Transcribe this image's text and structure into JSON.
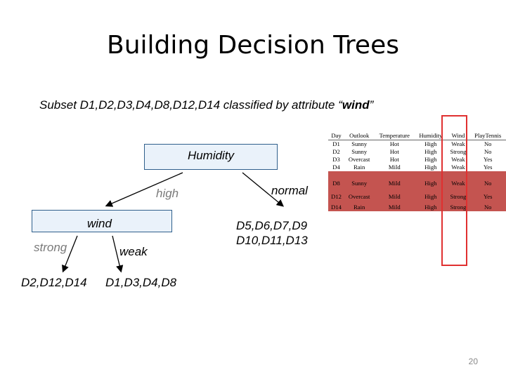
{
  "title": "Building Decision Trees",
  "subtitle": {
    "prefix": "Subset D1,D2,D3,D4,D8,D12,D14  classified  by attribute “",
    "attribute": "wind",
    "suffix": "”"
  },
  "tree": {
    "root": "Humidity",
    "branch_high": "high",
    "branch_normal": "normal",
    "high_node": "wind",
    "normal_leaf": [
      "D5,D6,D7,D9",
      "D10,D11,D13"
    ],
    "branch_strong": "strong",
    "branch_weak": "weak",
    "strong_leaf": "D2,D12,D14",
    "weak_leaf": "D1,D3,D4,D8"
  },
  "table": {
    "headers": [
      "Day",
      "Outlook",
      "Temperature",
      "Humidity",
      "Wind",
      "PlayTennis"
    ],
    "rows": [
      {
        "cells": [
          "D1",
          "Sunny",
          "Hot",
          "High",
          "Weak",
          "No"
        ],
        "highlight": false
      },
      {
        "cells": [
          "D2",
          "Sunny",
          "Hot",
          "High",
          "Strong",
          "No"
        ],
        "highlight": false
      },
      {
        "cells": [
          "D3",
          "Overcast",
          "Hot",
          "High",
          "Weak",
          "Yes"
        ],
        "highlight": false
      },
      {
        "cells": [
          "D4",
          "Rain",
          "Mild",
          "High",
          "Weak",
          "Yes"
        ],
        "highlight": false
      },
      {
        "cells": [
          "D8",
          "Sunny",
          "Mild",
          "High",
          "Weak",
          "No"
        ],
        "highlight": true
      },
      {
        "cells": [
          "D12",
          "Overcast",
          "Mild",
          "High",
          "Strong",
          "Yes"
        ],
        "highlight": true
      },
      {
        "cells": [
          "D14",
          "Rain",
          "Mild",
          "High",
          "Strong",
          "No"
        ],
        "highlight": true
      }
    ]
  },
  "colors": {
    "highlight_row": "#c45450",
    "highlight_column_border": "#e03030",
    "node_fill": "#eaf2fa",
    "node_border": "#2f5f8c"
  },
  "page_number": "20"
}
